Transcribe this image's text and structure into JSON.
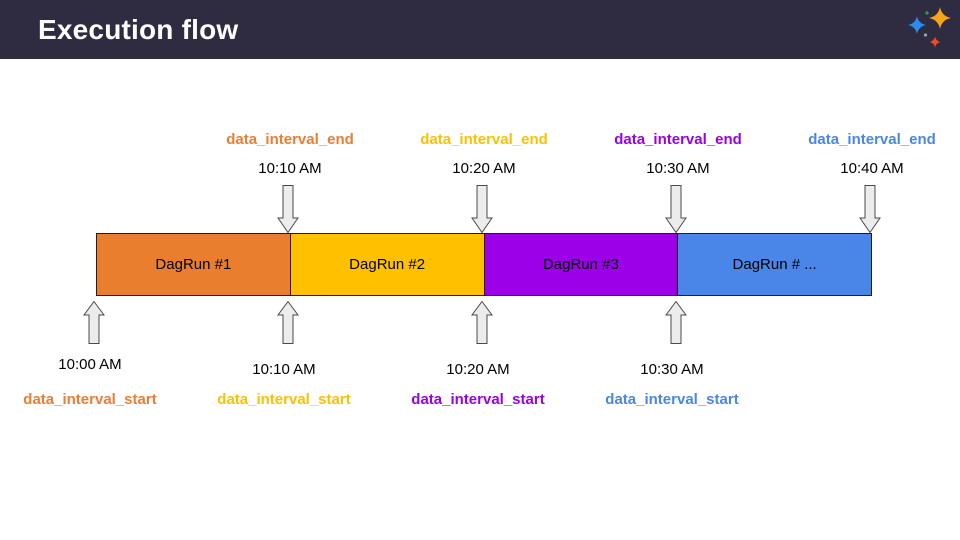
{
  "slide": {
    "title": "Execution flow"
  },
  "colors": {
    "header_bg": "#2F2B40",
    "title_text": "#FFFFFF",
    "arrow_fill": "#ECECEC",
    "arrow_stroke": "#4A4A4A",
    "bar_border": "#1F1F1F",
    "time_text": "#000000"
  },
  "logo": {
    "name": "sparkles",
    "stars": [
      {
        "id": "amber-star",
        "color": "#F6A41C"
      },
      {
        "id": "blue-star",
        "color": "#2B8CEF"
      },
      {
        "id": "red-star",
        "color": "#EA4B29"
      },
      {
        "id": "green-dot",
        "color": "#2F9C5C"
      },
      {
        "id": "gray-dot",
        "color": "#9AA0A6"
      }
    ]
  },
  "runs": [
    {
      "name": "DagRun #1",
      "color": "#E87E2E",
      "text_color": "#ED7D31",
      "start_label": "data_interval_start",
      "start_time": "10:00 AM",
      "end_label": "data_interval_end",
      "end_time": "10:10 AM"
    },
    {
      "name": "DagRun #2",
      "color": "#FFC000",
      "text_color": "#FFC000",
      "start_label": "data_interval_start",
      "start_time": "10:10 AM",
      "end_label": "data_interval_end",
      "end_time": "10:20 AM"
    },
    {
      "name": "DagRun #3",
      "color": "#9C00E8",
      "text_color": "#9900E6",
      "start_label": "data_interval_start",
      "start_time": "10:20 AM",
      "end_label": "data_interval_end",
      "end_time": "10:30 AM"
    },
    {
      "name": "DagRun # ...",
      "color": "#4A86E8",
      "text_color": "#4A86E8",
      "start_label": "data_interval_start",
      "start_time": "10:30 AM",
      "end_label": "data_interval_end",
      "end_time": "10:40 AM"
    }
  ]
}
